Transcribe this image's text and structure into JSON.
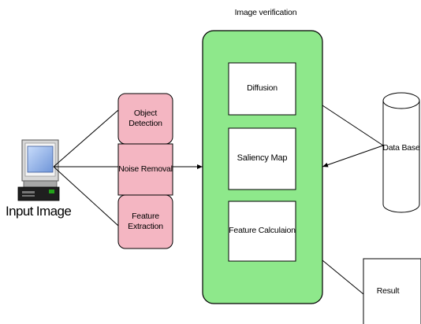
{
  "diagram": {
    "title": "Image verification",
    "input": {
      "label": "Input Image",
      "icon": "computer-icon"
    },
    "preprocess": {
      "object_detection": "Object\nDetection",
      "noise_removal": "Noise Removal",
      "feature_extraction": "Feature\nExtraction"
    },
    "verification": {
      "diffusion": "Diffusion",
      "saliency_map": "Saliency Map",
      "feature_calculation": "Feature Calculaion"
    },
    "database": {
      "label": "Data Base",
      "icon": "database-cylinder-icon"
    },
    "result": {
      "label": "Result"
    },
    "colors": {
      "preprocess_fill": "#f4b6c2",
      "verification_fill": "#8ee88b",
      "box_fill": "#ffffff",
      "stroke": "#000000",
      "monitor_screen": "#8fb5e8"
    }
  }
}
